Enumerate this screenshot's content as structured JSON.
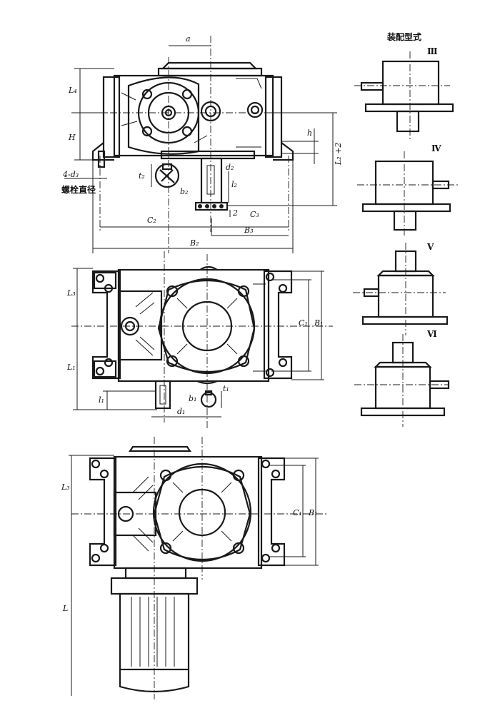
{
  "title": "装配型式",
  "bolt_note": "螺栓直径",
  "view1": {
    "labels": {
      "a": "a",
      "L4": "L₄",
      "H": "H",
      "h": "h",
      "L2p2": "L₂ +2",
      "d3": "4-d₃",
      "t2": "t₂",
      "b2": "b₂",
      "d2": "d₂",
      "l2": "l₂",
      "C2": "C₂",
      "two": "2",
      "C3": "C₃",
      "B3": "B₃",
      "B2": "B₂"
    }
  },
  "view2": {
    "labels": {
      "L3": "L₃",
      "L1": "L₁",
      "l1": "l₁",
      "C1": "C₁",
      "B1": "B₁",
      "d1": "d₁",
      "b1": "b₁",
      "t1": "t₁"
    }
  },
  "view3": {
    "labels": {
      "L3": "L₃",
      "C1": "C₁",
      "B1": "B₁",
      "L": "L"
    }
  },
  "assembly_types": [
    {
      "numeral": "Ⅲ"
    },
    {
      "numeral": "Ⅳ"
    },
    {
      "numeral": "Ⅴ"
    },
    {
      "numeral": "Ⅵ"
    }
  ]
}
